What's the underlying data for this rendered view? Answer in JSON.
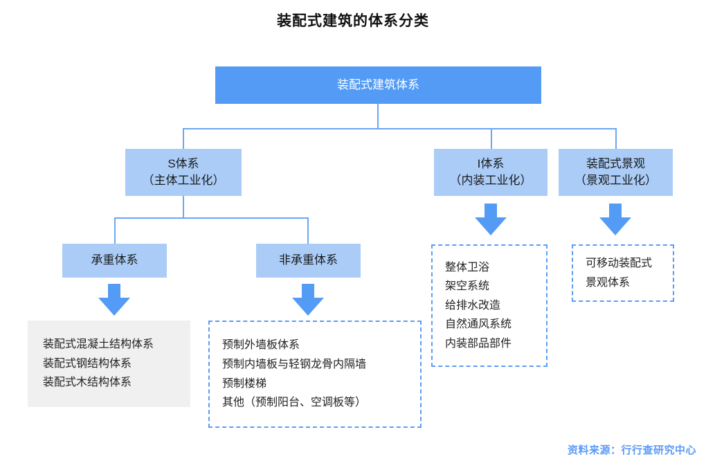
{
  "title": "装配式建筑的体系分类",
  "colors": {
    "root_fill": "#539BF5",
    "node_fill": "#AACCF7",
    "connector": "#6AA6F5",
    "arrow": "#539BF5",
    "dashed_border": "#5B9BF5",
    "gray_panel": "#F0F0F0",
    "source_text": "#5B9BF5"
  },
  "root": {
    "label": "装配式建筑体系"
  },
  "branches": {
    "s_system": {
      "line1": "S体系",
      "line2": "（主体工业化）"
    },
    "i_system": {
      "line1": "I体系",
      "line2": "（内装工业化）"
    },
    "landscape_system": {
      "line1": "装配式景观",
      "line2": "（景观工业化）"
    }
  },
  "sub_branches": {
    "load_bearing": {
      "label": "承重体系"
    },
    "non_load_bearing": {
      "label": "非承重体系"
    }
  },
  "leaves": {
    "load_bearing_items": [
      "装配式混凝土结构体系",
      "装配式钢结构体系",
      "装配式木结构体系"
    ],
    "non_load_bearing_items": [
      "预制外墙板体系",
      "预制内墙板与轻钢龙骨内隔墙",
      "预制楼梯",
      "其他（预制阳台、空调板等）"
    ],
    "interior_items": [
      "整体卫浴",
      "架空系统",
      "给排水改造",
      "自然通风系统",
      "内装部品部件"
    ],
    "landscape_items": [
      "可移动装配式",
      "景观体系"
    ]
  },
  "footer": {
    "source": "资料来源：行行查研究中心"
  }
}
